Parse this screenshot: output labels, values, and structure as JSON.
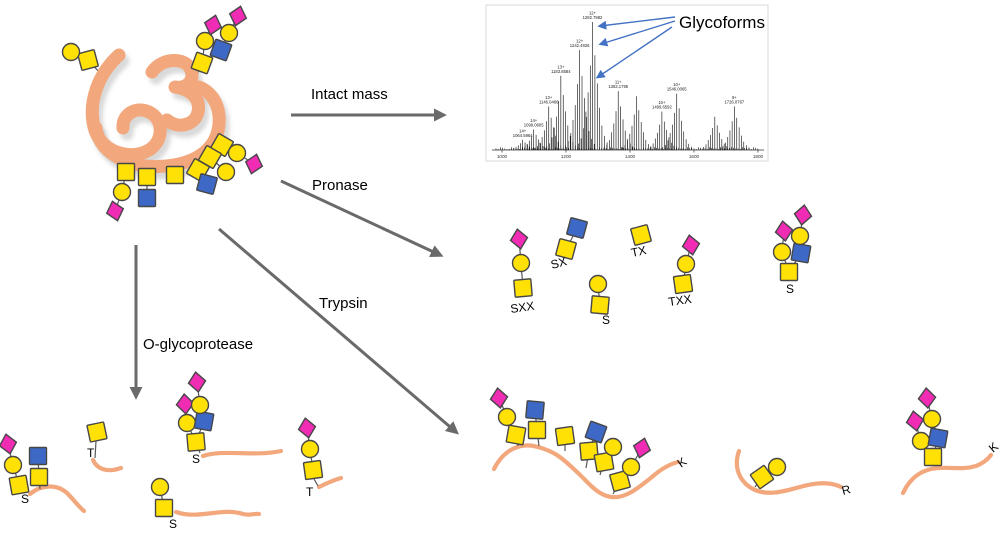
{
  "colors": {
    "protein": "#F2A87C",
    "yellow": "#FFE105",
    "blue": "#3E68C6",
    "magenta": "#F02BB4",
    "outline": "#474747",
    "arrow": "#6A6A6A",
    "arrow_blue": "#4472C4",
    "spectrum_line": "#1A1A1A",
    "panel_border": "#D9D9D9"
  },
  "icons": {
    "yellow_square": "GalNAc",
    "yellow_circle": "Gal",
    "blue_square": "GlcNAc",
    "magenta_diamond": "Neu5Ac (sialic acid)"
  },
  "glycoprotein": {
    "glycans": [
      "GalNAc-Gal",
      "GalNAc(Gal-Neu5Ac)(GlcNAc-Gal-Neu5Ac)",
      "GalNAc-Gal-Neu5Ac",
      "GalNAc-GlcNAc",
      "GalNAc",
      "GalNAc cluster with Gal-Neu5Ac and GlcNAc"
    ]
  },
  "intact_mass": {
    "label": "Intact mass",
    "annotation": "Glycoforms",
    "spectrum": {
      "type": "line",
      "xlim": [
        1000,
        1830
      ],
      "x_ticks": [
        {
          "label": "1000",
          "mz": 1000
        },
        {
          "label": "1200",
          "mz": 1200
        },
        {
          "label": "1400",
          "mz": 1400
        },
        {
          "label": "1600",
          "mz": 1600
        },
        {
          "label": "1800",
          "mz": 1800
        }
      ],
      "peaks": [
        {
          "mz": 1064.6,
          "label": "1064.5964",
          "charge": "14+",
          "h": 0.08
        },
        {
          "mz": 1099.06,
          "label": "1099.0605",
          "charge": "14+",
          "h": 0.16
        },
        {
          "mz": 1146.05,
          "label": "1146.0466",
          "charge": "13+",
          "h": 0.34
        },
        {
          "mz": 1183.86,
          "label": "1183.8584",
          "charge": "13+",
          "h": 0.58
        },
        {
          "mz": 1242.49,
          "label": "1242.4926",
          "charge": "12+",
          "h": 0.78
        },
        {
          "mz": 1282.8,
          "label": "1282.7982",
          "charge": "12+",
          "h": 1.0
        },
        {
          "mz": 1363.18,
          "label": "1363.1795",
          "charge": "11+",
          "h": 0.46
        },
        {
          "mz": 1420.0,
          "label": null,
          "charge": null,
          "h": 0.42
        },
        {
          "mz": 1499.66,
          "label": "1499.6592",
          "charge": "10+",
          "h": 0.3
        },
        {
          "mz": 1546.01,
          "label": "1546.0065",
          "charge": "10+",
          "h": 0.44
        },
        {
          "mz": 1665.0,
          "label": null,
          "charge": null,
          "h": 0.26
        },
        {
          "mz": 1726.08,
          "label": "1726.0767",
          "charge": "9+",
          "h": 0.34
        }
      ]
    }
  },
  "pronase": {
    "label": "Pronase",
    "products": [
      {
        "site": "SXX",
        "glycan": "GalNAc-Gal-Neu5Ac"
      },
      {
        "site": "SX",
        "glycan": "GalNAc-GlcNAc"
      },
      {
        "site": "S",
        "glycan": "GalNAc-Gal"
      },
      {
        "site": "TX",
        "glycan": "GalNAc"
      },
      {
        "site": "TXX",
        "glycan": "GalNAc-Gal-Neu5Ac"
      },
      {
        "site": "S",
        "glycan": "GalNAc(Gal-Neu5Ac)(GlcNAc-Gal-Neu5Ac)"
      }
    ]
  },
  "o_glycoprotease": {
    "label": "O-glycoprotease",
    "products": [
      {
        "site": "S",
        "glycans": [
          "GalNAc-Gal-Neu5Ac",
          "GalNAc-GlcNAc"
        ]
      },
      {
        "site": "T",
        "glycans": [
          "GalNAc"
        ]
      },
      {
        "site": "S",
        "glycans": [
          "GalNAc-Gal"
        ]
      },
      {
        "site": "S",
        "glycans": [
          "GalNAc(Gal-Neu5Ac)(GlcNAc-Gal-Neu5Ac)"
        ]
      },
      {
        "site": "T",
        "glycans": [
          "GalNAc-Gal-Neu5Ac"
        ]
      }
    ]
  },
  "trypsin": {
    "label": "Trypsin",
    "products": [
      {
        "site": "K",
        "glycans": [
          "GalNAc-Gal-Neu5Ac",
          "GalNAc-GlcNAc",
          "GalNAc",
          "GalNAc-GlcNAc",
          "GalNAc-Gal",
          "GalNAc-Gal-Neu5Ac"
        ]
      },
      {
        "site": "R",
        "glycans": [
          "GalNAc-Gal"
        ]
      },
      {
        "site": "K",
        "glycans": [
          "GalNAc(Gal-Neu5Ac)(GlcNAc-Gal-Neu5Ac)"
        ]
      }
    ]
  }
}
